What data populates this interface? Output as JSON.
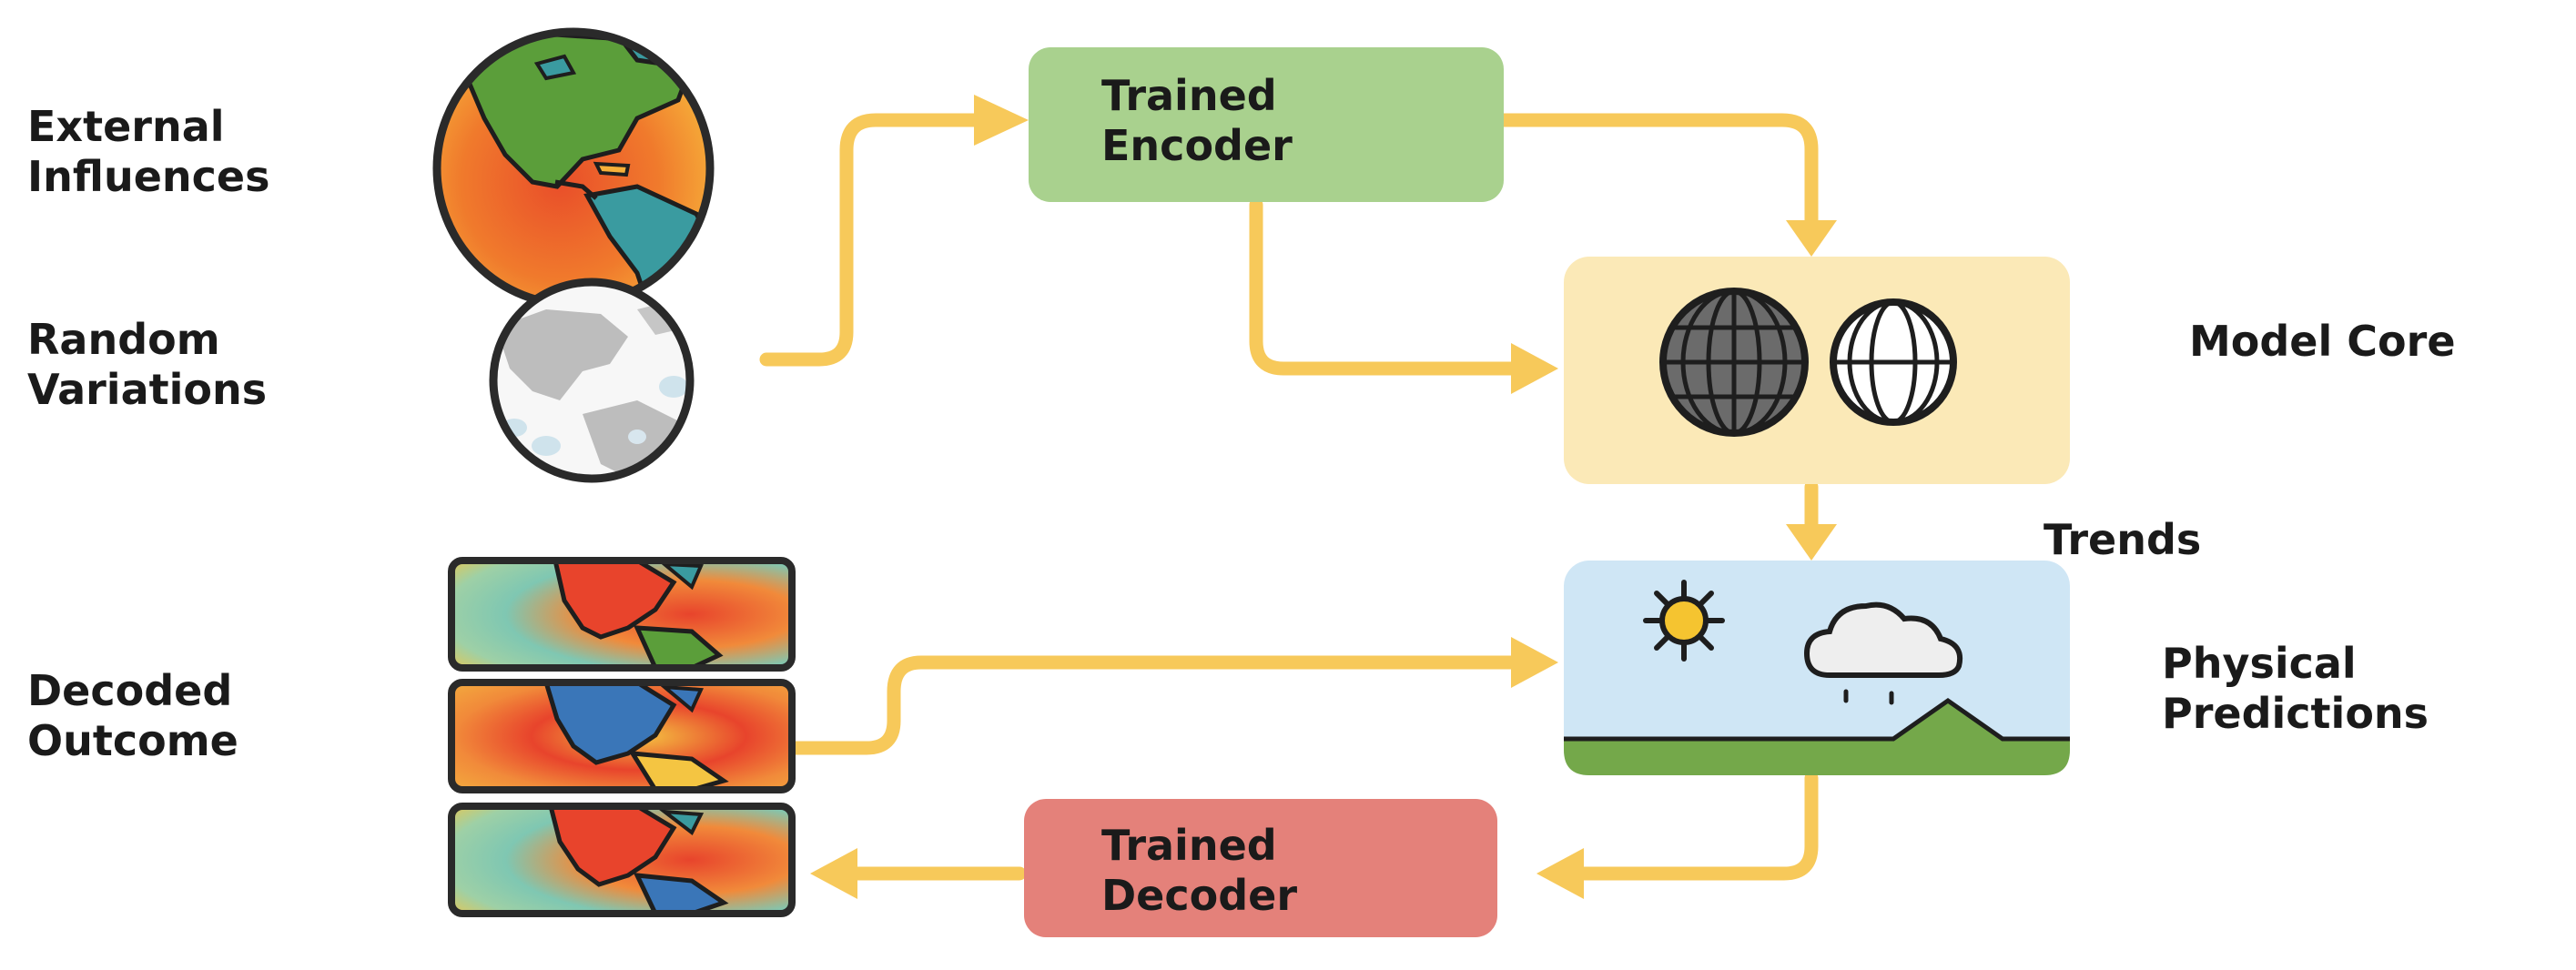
{
  "left_labels": {
    "external": [
      "External",
      "Influences"
    ],
    "random": [
      "Random",
      "Variations"
    ],
    "decoded": [
      "Decoded",
      "Outcome"
    ]
  },
  "boxes": {
    "encoder": [
      "Trained",
      "Encoder"
    ],
    "decoder": [
      "Trained",
      "Decoder"
    ]
  },
  "right_labels": {
    "model_core": "Model Core",
    "trends": "Trends",
    "physical": [
      "Physical",
      "Predictions"
    ]
  },
  "colors": {
    "arrow": "#f7c95a",
    "encoder_fill": "#a9d18e",
    "decoder_fill": "#e4817a",
    "core_fill": "#fbe9b7",
    "predictions_sky": "#cfe6f5",
    "ground": "#74a84a",
    "sun": "#f5c430",
    "ocean_teal": "#3a9ba0",
    "land_green": "#5b9e3a",
    "warm_orange": "#f07a2c"
  },
  "icons": {
    "earth": "earth-globe-icon",
    "moon": "moon-icon",
    "maps": "climate-map-icon",
    "globes": "wireframe-globe-icon",
    "weather": "weather-scene-icon"
  }
}
